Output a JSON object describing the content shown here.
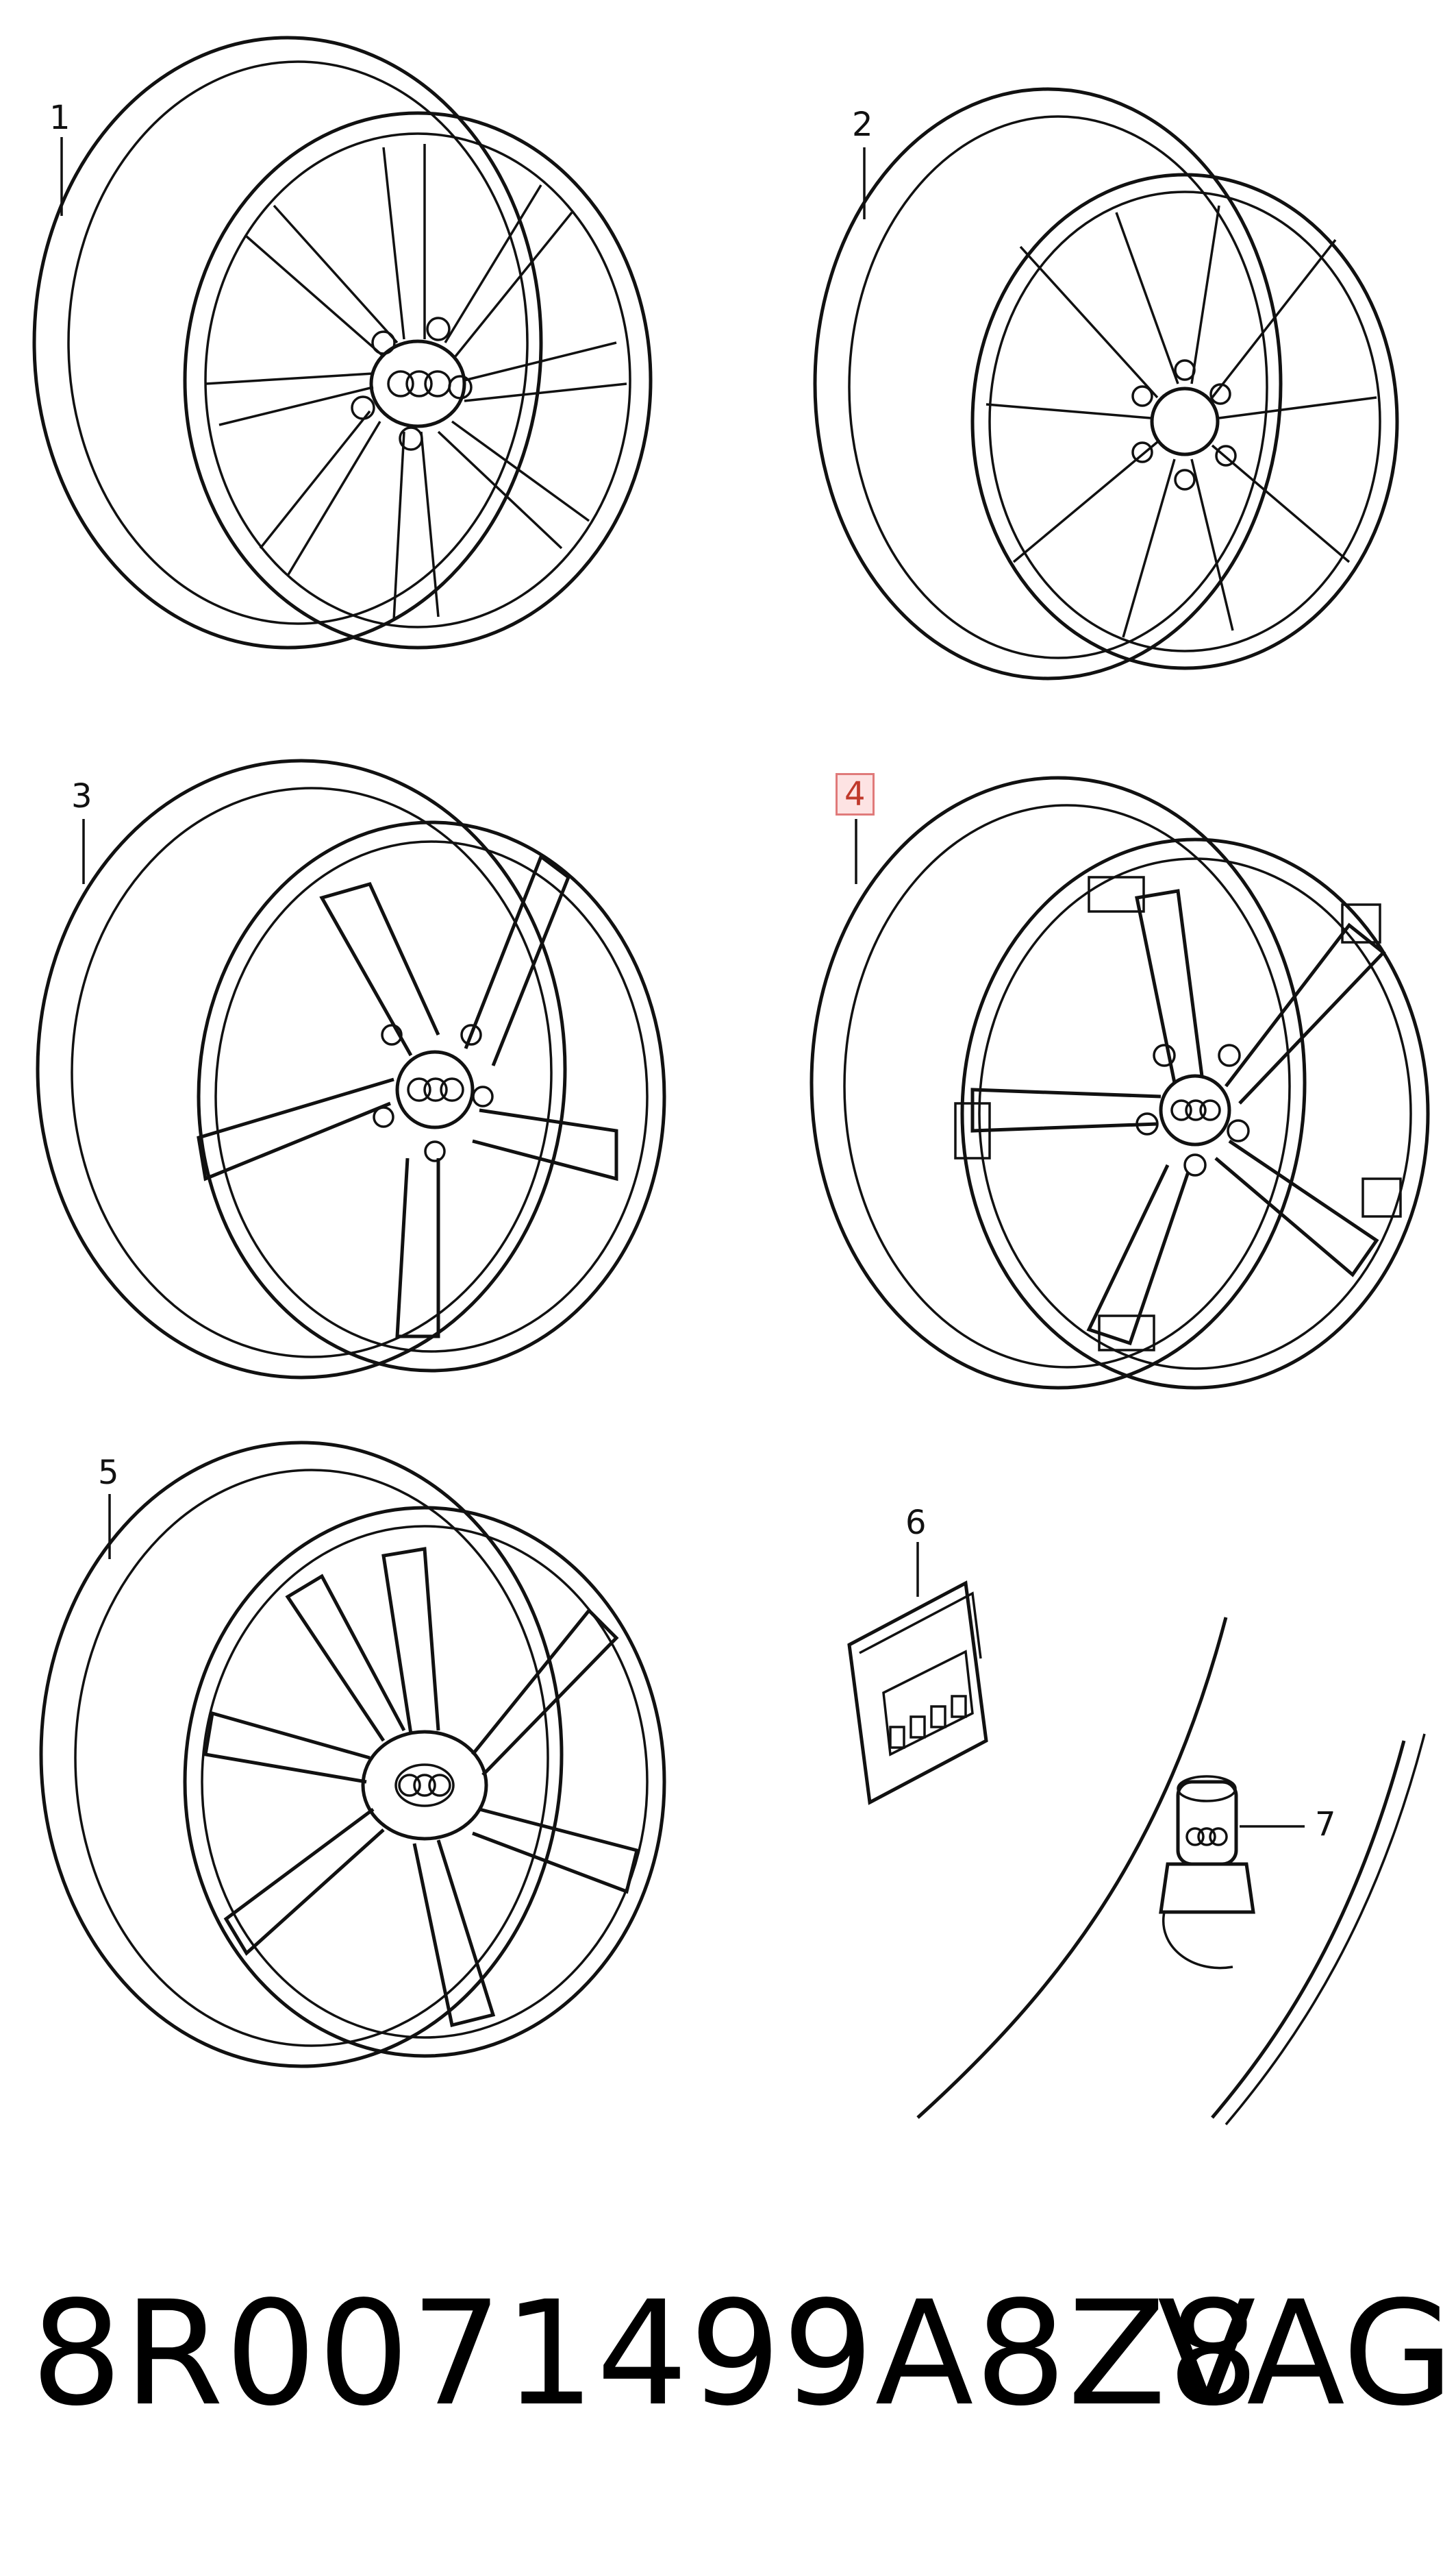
{
  "callouts": {
    "c1": "1",
    "c2": "2",
    "c3": "3",
    "c4": "4",
    "c5": "5",
    "c6": "6",
    "c7": "7"
  },
  "footer": {
    "part_number": "8R0071499A8Z8",
    "brand": "VAG"
  },
  "colors": {
    "line": "#111111",
    "highlight_border": "#e07a7a",
    "highlight_fill": "#fde3e3",
    "highlight_text": "#c0392b"
  },
  "icons": {
    "wheels": [
      "alloy-wheel-icon",
      "alloy-wheel-icon",
      "alloy-wheel-icon",
      "alloy-wheel-icon",
      "alloy-wheel-icon"
    ],
    "package": "lock-bolt-package-icon",
    "valve": "valve-cap-icon"
  }
}
